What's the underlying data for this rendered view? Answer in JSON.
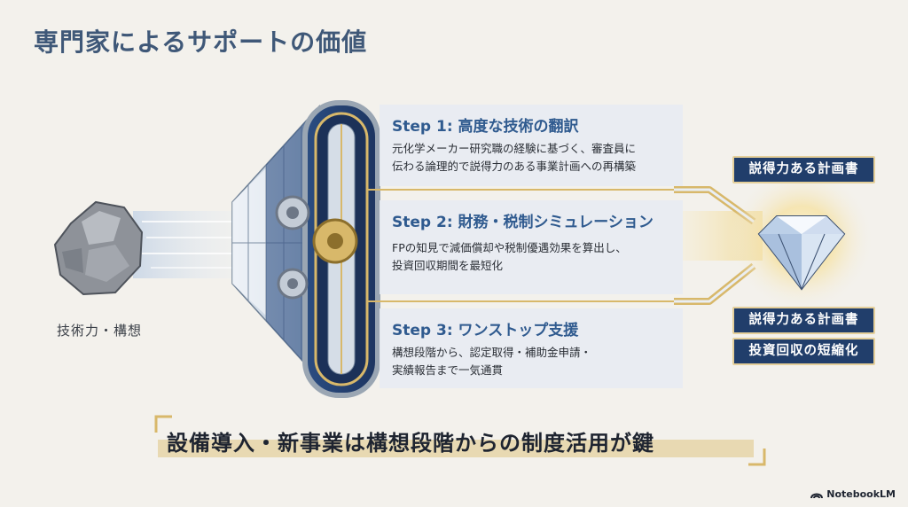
{
  "title": "専門家によるサポートの価値",
  "input_label": "技術力・構想",
  "steps": [
    {
      "title": "Step 1: 高度な技術の翻訳",
      "lines": [
        "元化学メーカー研究職の経験に基づく、審査員に",
        "伝わる論理的で説得力のある事業計画への再構築"
      ]
    },
    {
      "title": "Step 2: 財務・税制シミュレーション",
      "lines": [
        "FPの知見で減価償却や税制優遇効果を算出し、",
        "投資回収期間を最短化"
      ]
    },
    {
      "title": "Step 3: ワンストップ支援",
      "lines": [
        "構想段階から、認定取得・補助金申請・",
        "実績報告まで一気通貫"
      ]
    }
  ],
  "outputs": [
    "説得力ある計画書",
    "説得力ある計画書",
    "投資回収の短縮化"
  ],
  "key_message": "設備導入・新事業は構想段階からの制度活用が鍵",
  "brand": "NotebookLM",
  "colors": {
    "navy": "#213e6b",
    "accent_blue": "#2f5a8f",
    "gold": "#d8b86a",
    "highlight": "#e8d9b2"
  },
  "icons": [
    "rock-icon",
    "funnel-icon",
    "gear-icon",
    "diamond-icon",
    "notebooklm-logo-icon"
  ]
}
